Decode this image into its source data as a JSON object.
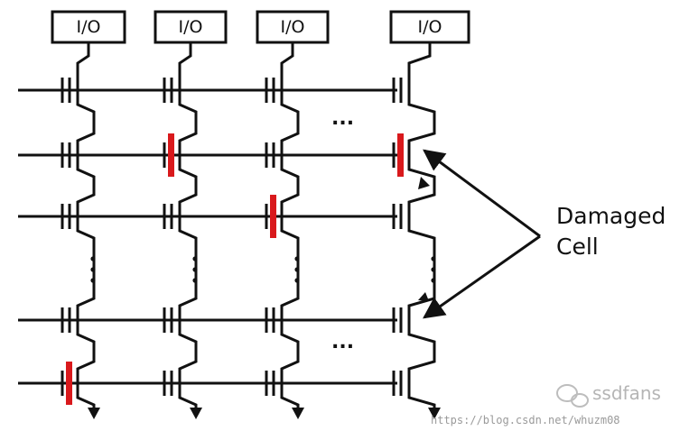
{
  "columns": [
    {
      "io_label": "I/O"
    },
    {
      "io_label": "I/O"
    },
    {
      "io_label": "I/O"
    },
    {
      "io_label": "I/O"
    }
  ],
  "row_ellipsis": [
    "...",
    "..."
  ],
  "callout": {
    "line1": "Damaged",
    "line2": "Cell"
  },
  "watermark": {
    "brand": "ssdfans",
    "url": "https://blog.csdn.net/whuzm08"
  },
  "colors": {
    "wire": "#111111",
    "damage": "#d9191c",
    "background": "#ffffff"
  },
  "damaged_cells": [
    {
      "row": 2,
      "column": 2
    },
    {
      "row": 2,
      "column": 4
    },
    {
      "row": 3,
      "column": 3
    },
    {
      "row": 5,
      "column": 1
    }
  ]
}
